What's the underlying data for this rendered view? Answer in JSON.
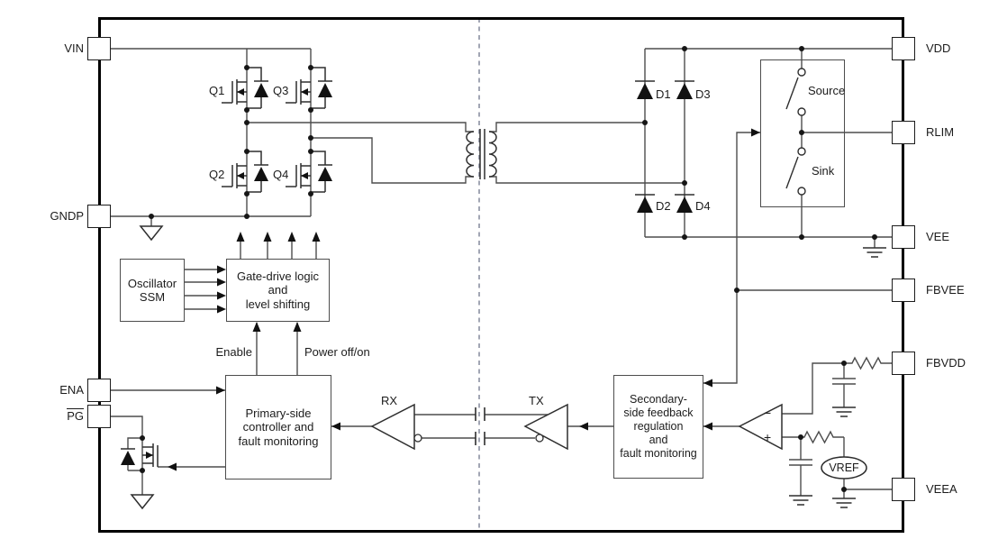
{
  "figure": {
    "type": "isolated-power-ic-functional-block-diagram"
  },
  "pins": {
    "left": [
      {
        "id": "vin",
        "label": "VIN"
      },
      {
        "id": "gndp",
        "label": "GNDP"
      },
      {
        "id": "ena",
        "label": "ENA"
      },
      {
        "id": "pg",
        "label": "PG",
        "overline": true
      }
    ],
    "right": [
      {
        "id": "vdd",
        "label": "VDD"
      },
      {
        "id": "rlim",
        "label": "RLIM"
      },
      {
        "id": "vee",
        "label": "VEE"
      },
      {
        "id": "fbvee",
        "label": "FBVEE"
      },
      {
        "id": "fbvdd",
        "label": "FBVDD"
      },
      {
        "id": "veea",
        "label": "VEEA"
      }
    ]
  },
  "blocks": {
    "oscillator": {
      "lines": [
        "Oscillator",
        "SSM"
      ]
    },
    "gate_drive": {
      "lines": [
        "Gate-drive logic",
        "and",
        "level shifting"
      ]
    },
    "primary_controller": {
      "lines": [
        "Primary-side",
        "controller and",
        "fault monitoring"
      ]
    },
    "secondary_feedback": {
      "lines": [
        "Secondary-",
        "side feedback",
        "regulation",
        "and",
        "fault monitoring"
      ]
    }
  },
  "components": {
    "transistors": [
      "Q1",
      "Q2",
      "Q3",
      "Q4"
    ],
    "diodes": [
      "D1",
      "D2",
      "D3",
      "D4"
    ],
    "rx_buffer": "RX",
    "tx_buffer": "TX",
    "source_switch": "Source",
    "sink_switch": "Sink",
    "vref": "VREF",
    "opamp_minus": "−",
    "opamp_plus": "+"
  },
  "signals": {
    "enable": "Enable",
    "power": "Power off/on"
  },
  "colors": {
    "wire": "#4d4d4d",
    "chip_border": "#000000",
    "block_border": "#4d4d4d",
    "isolation_line": "#7b8095",
    "symbol": "#2e2e2e",
    "text": "#1c1c1c"
  }
}
